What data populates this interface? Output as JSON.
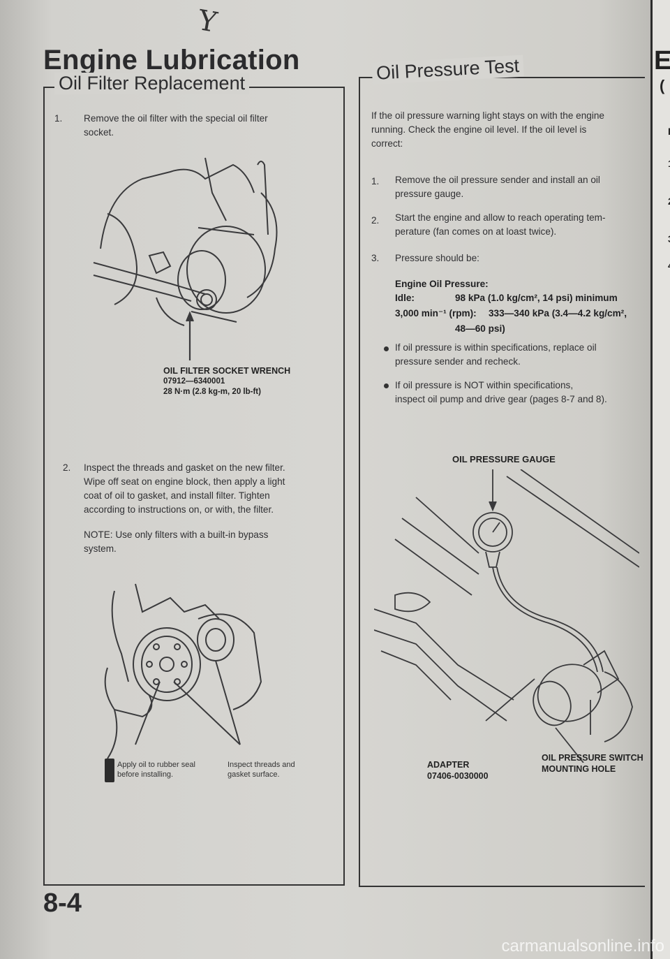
{
  "page": {
    "handwritten_mark": "Y",
    "title": "Engine Lubrication",
    "page_number": "8-4",
    "watermark": "carmanualsonline.info",
    "next_page_fragments": [
      "Er",
      "(",
      "I",
      "1",
      "2",
      "3",
      "4"
    ]
  },
  "left_panel": {
    "title": "Oil Filter Replacement",
    "step1": {
      "num": "1.",
      "line1": "Remove the oil filter with the special oil filter",
      "line2": "socket."
    },
    "tool_caption": {
      "name": "OIL FILTER SOCKET WRENCH",
      "part": "07912—6340001",
      "torque": "28 N·m (2.8 kg-m, 20 lb-ft)"
    },
    "step2": {
      "num": "2.",
      "lines": [
        "Inspect the threads and gasket on the new filter.",
        "Wipe off seat on engine block, then apply a light",
        "coat of oil to gasket, and install filter. Tighten",
        "according to instructions on, or with, the filter."
      ]
    },
    "note": {
      "line1": "NOTE: Use only filters with a built-in bypass",
      "line2": "system."
    },
    "callouts": {
      "apply_oil_1": "Apply oil to rubber seal",
      "apply_oil_2": "before installing.",
      "inspect_1": "Inspect threads and",
      "inspect_2": "gasket surface."
    }
  },
  "right_panel": {
    "title": "Oil Pressure Test",
    "intro": [
      "If the oil pressure warning light stays on with the engine",
      "running. Check the engine oil level. If the oil level is",
      "correct:"
    ],
    "step1": {
      "num": "1.",
      "line1": "Remove the oil pressure sender and install an oil",
      "line2": "pressure gauge."
    },
    "step2": {
      "num": "2.",
      "line1": "Start the engine and allow to reach operating tem-",
      "line2": "perature (fan comes on at loast twice)."
    },
    "step3": {
      "num": "3.",
      "line1": "Pressure should be:"
    },
    "spec": {
      "heading": "Engine Oil Pressure:",
      "idle_label": "Idle:",
      "idle_value": "98 kPa (1.0 kg/cm², 14 psi) minimum",
      "rpm_label": "3,000 min⁻¹ (rpm):",
      "rpm_value": "333—340 kPa (3.4—4.2 kg/cm²,",
      "rpm_value2": "48—60 psi)"
    },
    "bullet1": {
      "line1": "If oil pressure is within specifications, replace oil",
      "line2": "pressure sender and recheck."
    },
    "bullet2": {
      "line1": "If oil pressure is NOT within specifications,",
      "line2": "inspect oil pump and drive gear (pages 8-7 and 8)."
    },
    "gauge_label": "OIL PRESSURE GAUGE",
    "adapter_label": "ADAPTER",
    "adapter_part": "07406-0030000",
    "switch_label1": "OIL PRESSURE SWITCH",
    "switch_label2": "MOUNTING HOLE"
  }
}
